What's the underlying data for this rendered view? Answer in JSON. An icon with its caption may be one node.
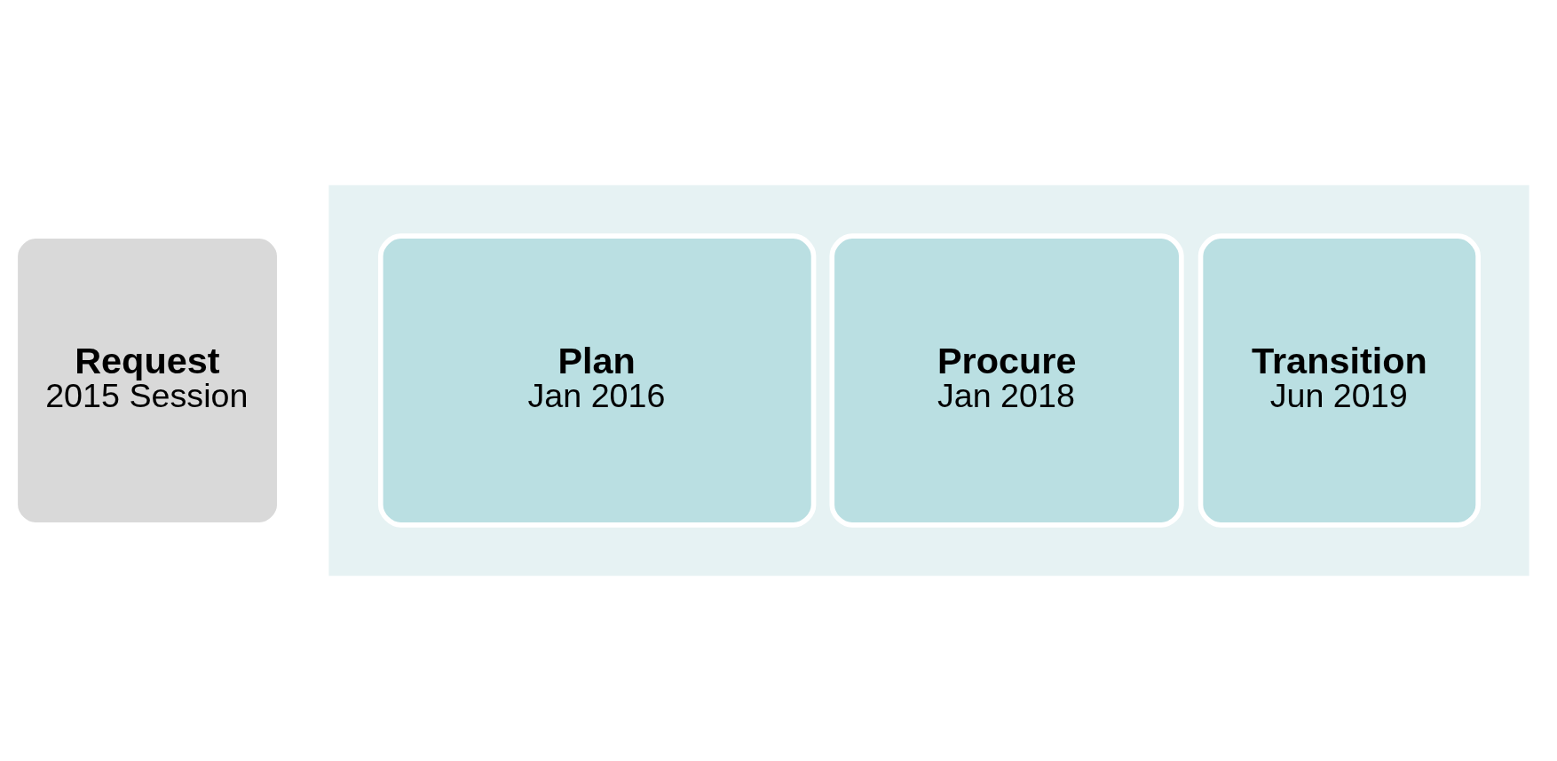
{
  "diagram": {
    "nodes": [
      {
        "text": [
          "Request",
          "2015 Session"
        ]
      },
      {
        "text": [],
        "shape": "arrow"
      },
      {
        "text": [
          "Plan",
          "Jan 2016"
        ],
        "in": 1
      },
      {
        "text": [
          "Procure",
          "Jan 2018"
        ],
        "in": 1
      },
      {
        "text": [
          "Transition",
          "Jun 2019"
        ],
        "in": 1
      }
    ],
    "edges": []
  }
}
